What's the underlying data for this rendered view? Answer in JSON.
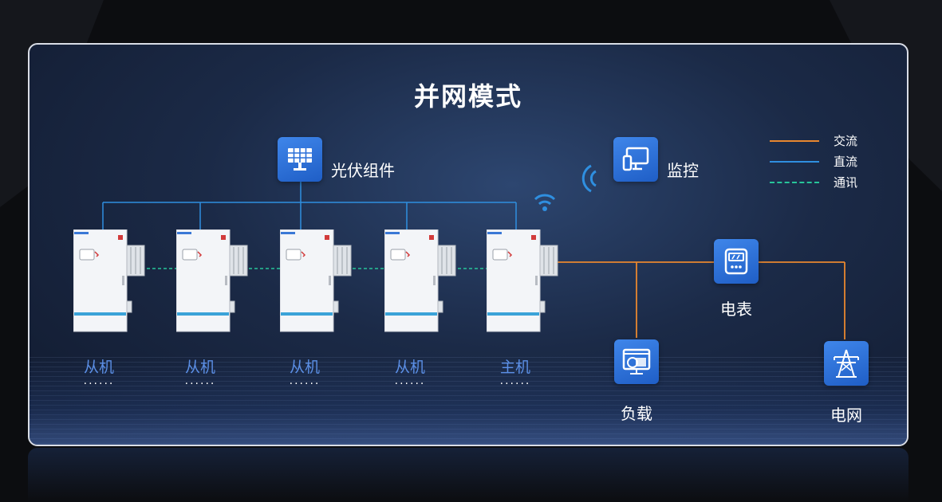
{
  "title": "并网模式",
  "nodes": {
    "pv": {
      "label": "光伏组件",
      "icon": "solar-panel-icon"
    },
    "monitor": {
      "label": "监控",
      "icon": "monitor-phone-icon"
    },
    "meter": {
      "label": "电表",
      "icon": "meter-icon"
    },
    "load": {
      "label": "负载",
      "icon": "load-screen-icon"
    },
    "grid": {
      "label": "电网",
      "icon": "power-tower-icon"
    }
  },
  "units": [
    {
      "label": "从机",
      "dots": "......"
    },
    {
      "label": "从机",
      "dots": "......"
    },
    {
      "label": "从机",
      "dots": "......"
    },
    {
      "label": "从机",
      "dots": "......"
    },
    {
      "label": "主机",
      "dots": "......"
    }
  ],
  "legend": [
    {
      "label": "交流",
      "color": "#e8872f",
      "style": "solid"
    },
    {
      "label": "直流",
      "color": "#2f8fe0",
      "style": "solid"
    },
    {
      "label": "通讯",
      "color": "#27c59a",
      "style": "dashed"
    }
  ],
  "colors": {
    "ac": "#e8872f",
    "dc": "#2f8fe0",
    "comm": "#27c59a",
    "icon_bg": "#2a6fd8",
    "unit_label": "#5b8fe6"
  }
}
